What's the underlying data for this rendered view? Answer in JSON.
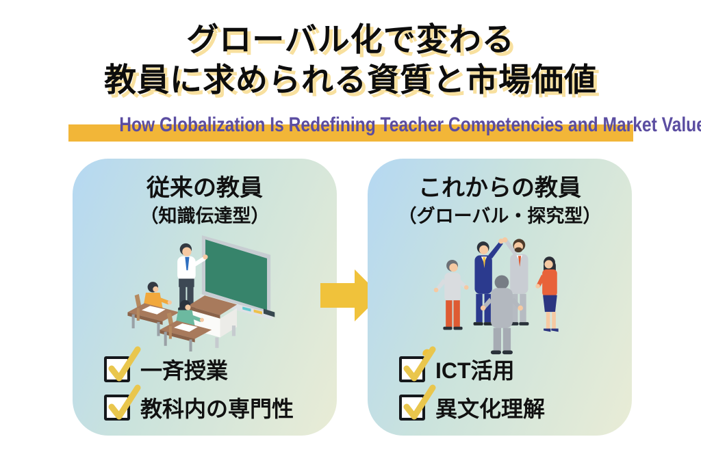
{
  "title": {
    "line1": "グローバル化で変わる",
    "line2": "教員に求められる資質と市場価値"
  },
  "subtitle": "How Globalization Is Redefining Teacher Competencies and Market Value",
  "cards": [
    {
      "heading": "従来の教員",
      "subheading": "（知識伝達型）",
      "illustration": "classroom-lecture-illustration",
      "items": [
        {
          "label": "一斉授業",
          "checked": true
        },
        {
          "label": "教科内の専門性",
          "checked": true
        }
      ]
    },
    {
      "heading": "これからの教員",
      "subheading": "（グローバル・探究型）",
      "illustration": "team-high-five-illustration",
      "items": [
        {
          "label": "ICT活用",
          "checked": true
        },
        {
          "label": "異文化理解",
          "checked": true
        }
      ]
    }
  ],
  "arrow": {
    "direction": "right",
    "icon": "arrow-right-icon"
  },
  "colors": {
    "title_shadow": "#F8E09E",
    "subtitle_text": "#5B4DA1",
    "highlight_bar": "#F2B638",
    "arrow_gold": "#F0C23B",
    "checkmark_gold": "#E9C64D",
    "card_gradient_start": "#B5D8F2",
    "card_gradient_end": "#E9ECD6"
  }
}
